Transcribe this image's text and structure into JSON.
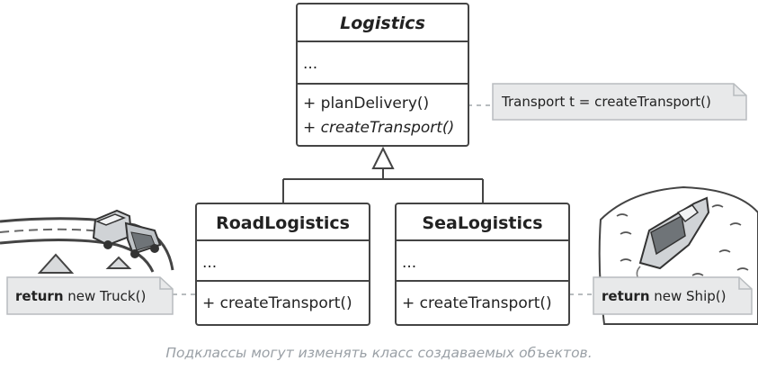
{
  "classes": {
    "logistics": {
      "title": "Logistics",
      "fields": "...",
      "method_1": "+ planDelivery()",
      "method_2": "+ createTransport()"
    },
    "road": {
      "title": "RoadLogistics",
      "fields": "...",
      "method_1": "+ createTransport()"
    },
    "sea": {
      "title": "SeaLogistics",
      "fields": "...",
      "method_1": "+ createTransport()"
    }
  },
  "notes": {
    "plan_delivery": "Transport t = createTransport()",
    "road_keyword": "return",
    "road_rest": " new Truck()",
    "sea_keyword": "return",
    "sea_rest": " new Ship()"
  },
  "caption": "Подклассы могут изменять класс создаваемых объектов.",
  "colors": {
    "line": "#444444",
    "box_fill": "#ffffff",
    "note_fill": "#e8e9ea",
    "dashed": "#b8bcbf",
    "caption": "#9aa0a6"
  }
}
